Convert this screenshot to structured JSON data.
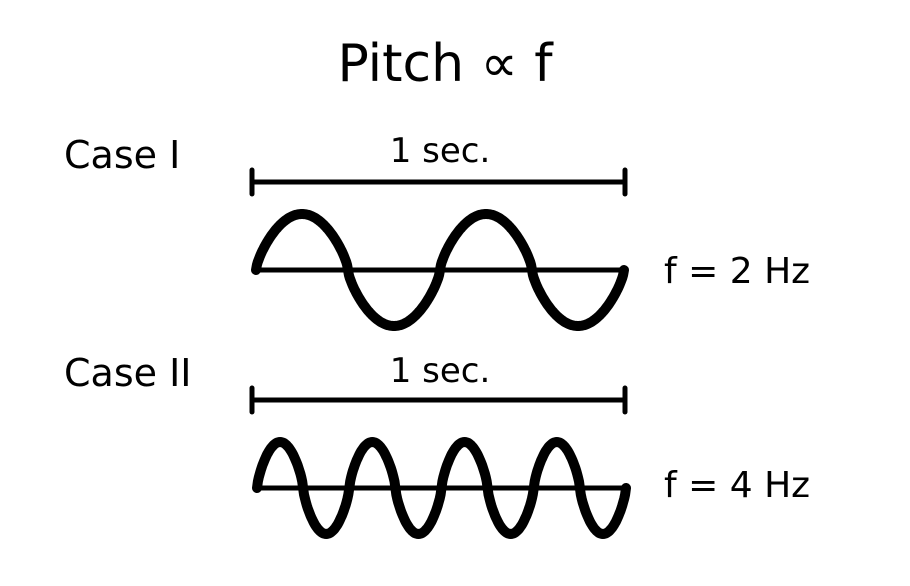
{
  "title": "Pitch ∝ f",
  "cases": [
    {
      "label": "Case I",
      "duration_label": "1 sec.",
      "frequency_label": "f = 2 Hz",
      "frequency_hz": 2
    },
    {
      "label": "Case II",
      "duration_label": "1 sec.",
      "frequency_label": "f = 4 Hz",
      "frequency_hz": 4
    }
  ],
  "colors": {
    "stroke": "#000000",
    "background": "#ffffff"
  }
}
